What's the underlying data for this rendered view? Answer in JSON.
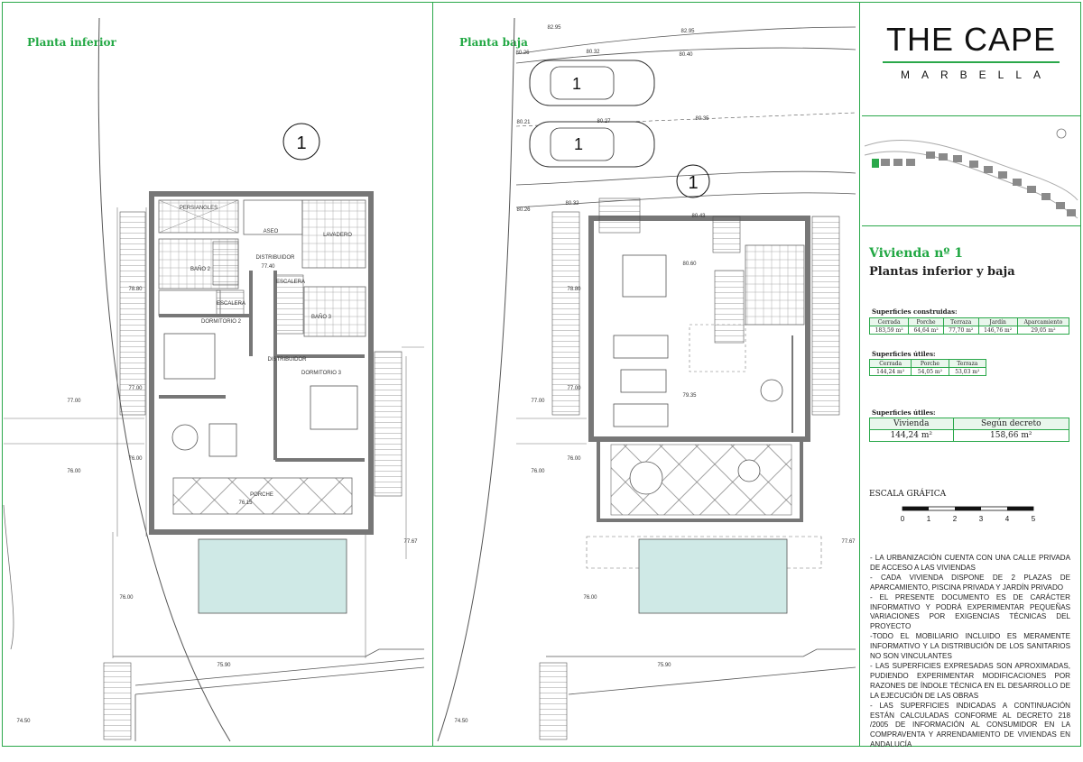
{
  "brand": {
    "name": "THE CAPE",
    "location": "MARBELLA"
  },
  "plans": {
    "lower": {
      "title": "Planta inferior"
    },
    "ground": {
      "title": "Planta baja"
    }
  },
  "lower_plan_labels": {
    "marker": "1",
    "persianas": "PERSIANGLES",
    "aseo": "ASEO",
    "lavadero": "LAVADERO",
    "bano2": "BAÑO 2",
    "distribuidor": "DISTRIBUIDOR",
    "level_7740": "77.40",
    "escalera": "ESCALERA",
    "escalera2": "ESCALERA",
    "bano3": "BAÑO 3",
    "dormitorio2": "DORMITORIO 2",
    "distribuidor2": "DISTRIBUIDOR",
    "dormitorio3": "DORMITORIO 3",
    "porche": "PORCHE",
    "level_7615": "76.15",
    "lvl_7880": "78.80",
    "lvl_7700a": "77.00",
    "lvl_7700b": "77.00",
    "lvl_7600a": "76.00",
    "lvl_7600b": "76.00",
    "lvl_7767": "77.67",
    "lvl_7600c": "76.00",
    "lvl_7590": "75.90",
    "lvl_7450": "74.50"
  },
  "ground_plan_labels": {
    "marker": "1",
    "car_1": "1",
    "car_2": "1",
    "lvl_8295a": "82.95",
    "lvl_8295b": "82.95",
    "lvl_8026": "80.26",
    "lvl_8032a": "80.32",
    "lvl_8040": "80.40",
    "lvl_8021": "80.21",
    "lvl_8027": "80.27",
    "lvl_8035": "80.35",
    "lvl_8026b": "80.26",
    "lvl_8032b": "80.32",
    "lvl_8043": "80.43",
    "lvl_8060": "80.60",
    "lvl_7935": "79.35",
    "lvl_7880": "78.80",
    "lvl_7700a": "77.00",
    "lvl_7700b": "77.00",
    "lvl_7600a": "76.00",
    "lvl_7600b": "76.00",
    "lvl_7767": "77.67",
    "lvl_7600c": "76.00",
    "lvl_7590": "75.90",
    "lvl_7450": "74.50"
  },
  "unit": {
    "title": "Vivienda nº 1",
    "subtitle": "Plantas inferior y baja"
  },
  "built_surfaces": {
    "label": "Superficies construidas:",
    "headers": [
      "Cerrada",
      "Porche",
      "Terraza",
      "Jardín",
      "Aparcamiento"
    ],
    "values": [
      "183,59 m²",
      "64,64 m²",
      "77,70 m²",
      "146,76 m²",
      "29,05 m²"
    ]
  },
  "useful_surfaces": {
    "label": "Superficies útiles:",
    "headers": [
      "Cerrada",
      "Porche",
      "Terraza"
    ],
    "values": [
      "144,24 m²",
      "54,05 m²",
      "53,03 m²"
    ]
  },
  "useful_surfaces_2": {
    "label": "Superficies útiles:",
    "headers": [
      "Vivienda",
      "Según decreto"
    ],
    "values": [
      "144,24 m²",
      "158,66 m²"
    ]
  },
  "scale": {
    "label": "ESCALA GRÁFICA",
    "ticks": [
      "0",
      "1",
      "2",
      "3",
      "4",
      "5"
    ]
  },
  "notes": [
    "- LA URBANIZACIÓN CUENTA CON UNA CALLE PRIVADA DE ACCESO A LAS VIVIENDAS",
    "- CADA VIVIENDA DISPONE DE 2 PLAZAS DE APARCAMIENTO, PISCINA PRIVADA Y JARDÍN PRIVADO",
    "- EL PRESENTE DOCUMENTO ES DE CARÁCTER INFORMATIVO Y PODRÁ EXPERIMENTAR PEQUEÑAS VARIACIONES POR EXIGENCIAS TÉCNICAS DEL PROYECTO",
    "-TODO EL MOBILIARIO INCLUIDO ES MERAMENTE INFORMATIVO Y LA DISTRIBUCIÓN DE LOS SANITARIOS NO SON VINCULANTES",
    "- LAS SUPERFICIES EXPRESADAS SON APROXIMADAS, PUDIENDO EXPERIMENTAR MODIFICACIONES POR RAZONES DE ÍNDOLE TÉCNICA EN EL DESARROLLO DE LA EJECUCIÓN DE LAS OBRAS",
    "- LAS SUPERFICIES INDICADAS A CONTINUACIÓN ESTÁN CALCULADAS CONFORME AL DECRETO 218 /2005 DE INFORMACIÓN AL CONSUMIDOR EN LA COMPRAVENTA Y ARRENDAMIENTO DE VIVIENDAS EN ANDALUCÍA"
  ],
  "colors": {
    "accent": "#2aa84a",
    "pool": "#cfe9e6",
    "wall": "#8a8a8a"
  }
}
